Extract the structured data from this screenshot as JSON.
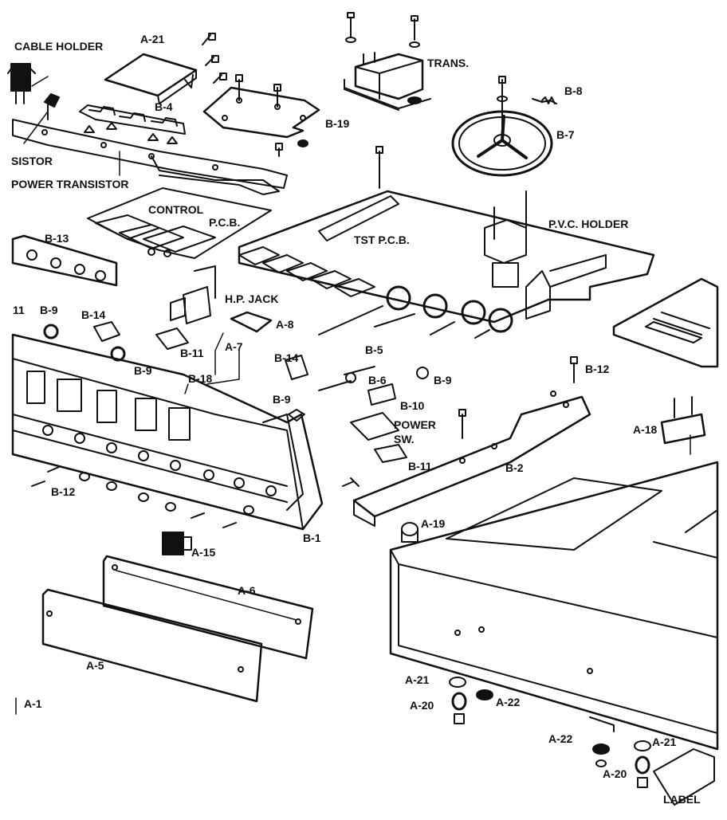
{
  "diagram": {
    "ink": "#111111",
    "paper": "#ffffff",
    "labels": {
      "cable_holder": "CABLE HOLDER",
      "a21_top": "A-21",
      "trans": "TRANS.",
      "b8": "B-8",
      "b4": "B-4",
      "b19": "B-19",
      "b7": "B-7",
      "sistor": "SISTOR",
      "power_transistor": "POWER TRANSISTOR",
      "control": "CONTROL",
      "pcb": "P.C.B.",
      "tst_pcb": "TST P.C.B.",
      "pvc_holder": "P.V.C. HOLDER",
      "b13": "B-13",
      "hp_jack": "H.P. JACK",
      "b9_left": "B-9",
      "b14_left": "B-14",
      "a8": "A-8",
      "b11_left": "B-11",
      "a7": "A-7",
      "b9_mid": "B-9",
      "b14_mid": "B-14",
      "b5": "B-5",
      "b6": "B-6",
      "b9_right": "B-9",
      "b18": "B-18",
      "b9_low": "B-9",
      "b10": "B-10",
      "b12_right": "B-12",
      "power_sw": "POWER",
      "sw": "SW.",
      "b11_low": "B-11",
      "b2": "B-2",
      "a18": "A-18",
      "b12_left": "B-12",
      "a19": "A-19",
      "b1": "B-1",
      "a15": "A-15",
      "a6": "A-6",
      "a5": "A-5",
      "a1": "A-1",
      "a21_bottom": "A-21",
      "a20_bottom": "A-20",
      "a22_bottom": "A-22",
      "a22_right": "A-22",
      "a21_right": "A-21",
      "a20_right": "A-20",
      "label": "LABEL",
      "i11": "11"
    }
  }
}
